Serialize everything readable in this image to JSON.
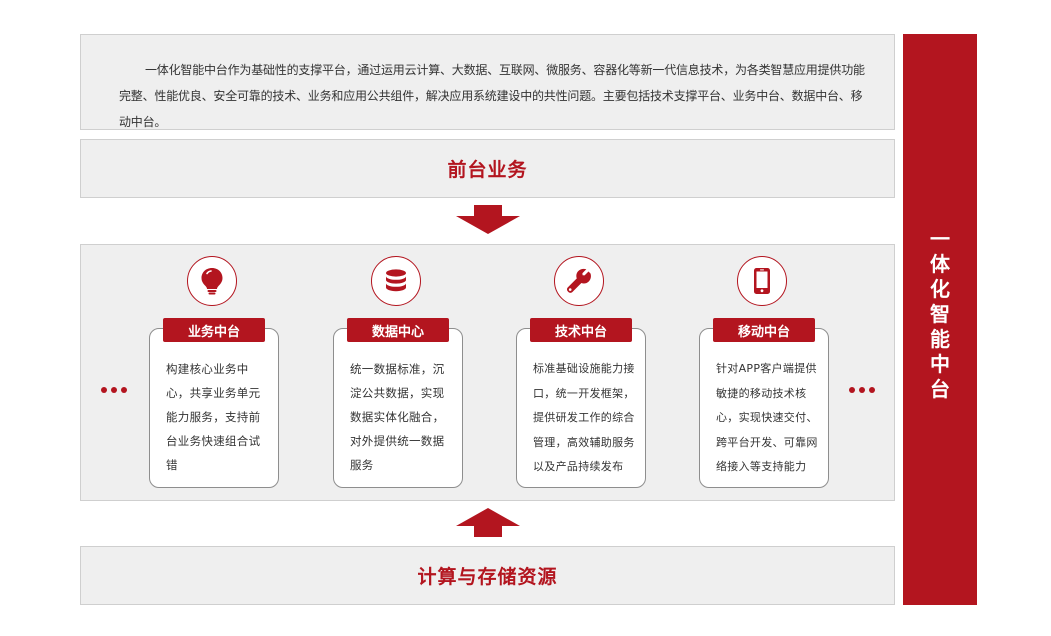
{
  "intro": {
    "text": "一体化智能中台作为基础性的支撑平台，通过运用云计算、大数据、互联网、微服务、容器化等新一代信息技术，为各类智慧应用提供功能完整、性能优良、安全可靠的技术、业务和应用公共组件，解决应用系统建设中的共性问题。主要包括技术支撑平台、业务中台、数据中台、移动中台。"
  },
  "front": {
    "label": "前台业务"
  },
  "bottom": {
    "label": "计算与存储资源"
  },
  "sidebar": {
    "label": "一体化智能中台"
  },
  "modules": [
    {
      "title": "业务中台",
      "icon": "lightbulb-icon",
      "desc": "构建核心业务中心，共享业务单元能力服务，支持前台业务快速组合试错"
    },
    {
      "title": "数据中心",
      "icon": "database-icon",
      "desc": "统一数据标准，沉淀公共数据，实现数据实体化融合，对外提供统一数据服务"
    },
    {
      "title": "技术中台",
      "icon": "wrench-icon",
      "desc": "标准基础设施能力接口，统一开发框架，提供研发工作的综合管理，高效辅助服务以及产品持续发布"
    },
    {
      "title": "移动中台",
      "icon": "smartphone-icon",
      "desc": "针对APP客户端提供敏捷的移动技术核心，实现快速交付、跨平台开发、可靠网络接入等支持能力"
    }
  ],
  "colors": {
    "accent": "#b3151f",
    "panel": "#efefef",
    "border": "#cfcfcf"
  }
}
